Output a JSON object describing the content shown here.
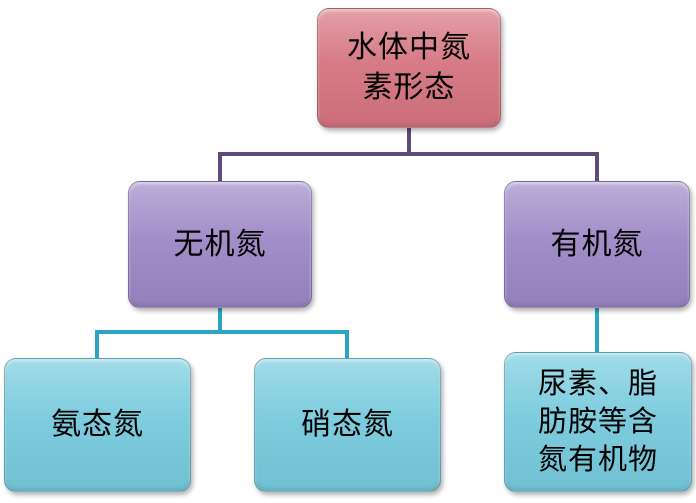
{
  "diagram": {
    "nodes": {
      "root": {
        "label": "水体中氮\n素形态"
      },
      "inorganic": {
        "label": "无机氮"
      },
      "organic": {
        "label": "有机氮"
      },
      "ammonia": {
        "label": "氨态氮"
      },
      "nitrate": {
        "label": "硝态氮"
      },
      "organic_compounds": {
        "label": "尿素、脂\n肪胺等含\n氮有机物"
      }
    },
    "colors": {
      "root_fill": "#d5737f",
      "level2_fill": "#9c87c6",
      "level3_fill": "#76cadd",
      "connector_purple": "#5f4a7d",
      "connector_cyan": "#2ea4c4",
      "text": "#000000"
    }
  }
}
